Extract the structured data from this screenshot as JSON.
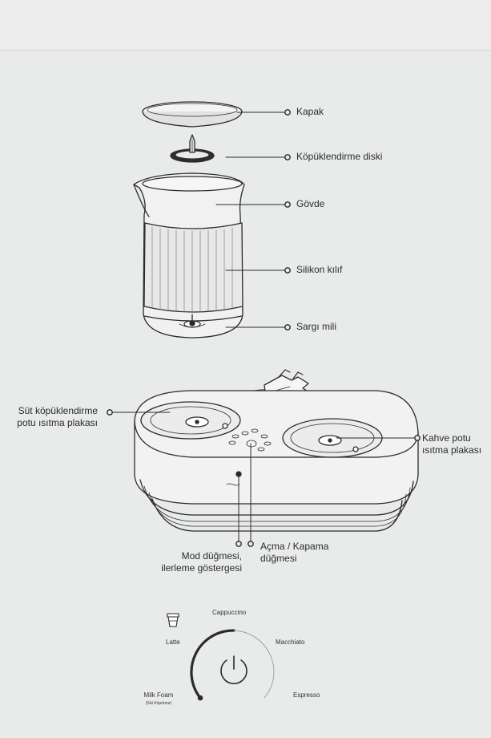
{
  "labels": {
    "kapak": "Kapak",
    "kopuklendirme_diski": "Köpüklendirme diski",
    "govde": "Gövde",
    "silikon_kilif": "Silikon kılıf",
    "sargi_mili": "Sargı mili",
    "sut_plaka_line1": "Süt köpüklendirme",
    "sut_plaka_line2": "potu ısıtma plakası",
    "kahve_plaka_line1": "Kahve potu",
    "kahve_plaka_line2": "ısıtma plakası",
    "mod_line1": "Mod düğmesi,",
    "mod_line2": "ilerleme göstergesi",
    "acma_line1": "Açma / Kapama",
    "acma_line2": "düğmesi"
  },
  "modes": {
    "cappuccino": "Cappuccino",
    "latte": "Latte",
    "macchiato": "Macchiato",
    "milk_foam": "Milk Foam",
    "milk_foam_sub": "(Süt Köpürme)",
    "espresso": "Espresso"
  },
  "icons": [
    "cup-icon",
    "power-icon"
  ],
  "colors": {
    "background": "#e9eaea",
    "line": "#2b2b2b"
  }
}
